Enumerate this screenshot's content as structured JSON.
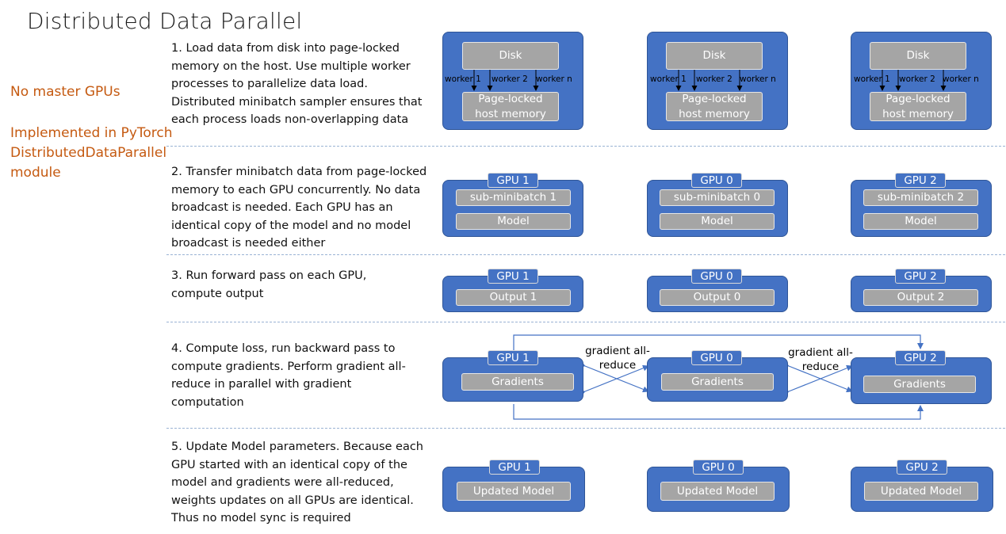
{
  "title": "Distributed Data Parallel",
  "side_notes": {
    "no_master": "No master GPUs",
    "implemented": "Implemented in PyTorch DistributedDataParallel module"
  },
  "steps": [
    "1. Load data from disk into page-locked memory on the host. Use multiple worker processes to parallelize data load. Distributed minibatch sampler ensures that each process loads non-overlapping data",
    "2. Transfer minibatch data from page-locked memory  to each GPU concurrently. No data broadcast is needed. Each GPU has an identical copy of the model and no model broadcast is needed either",
    "3. Run forward pass on each GPU, compute output",
    "4. Compute loss, run backward pass to compute gradients. Perform gradient all-reduce in parallel with gradient computation",
    "5. Update Model parameters. Because each GPU started with an identical copy of the model and gradients were all-reduced, weights updates on all GPUs are identical. Thus no model sync is required"
  ],
  "host": {
    "disk": "Disk",
    "memory": "Page-locked host memory",
    "workers": [
      "worker 1",
      "worker 2",
      "worker n"
    ]
  },
  "columns": [
    {
      "gpu": "GPU 1",
      "sub_minibatch": "sub-minibatch 1",
      "output": "Output 1"
    },
    {
      "gpu": "GPU 0",
      "sub_minibatch": "sub-minibatch 0",
      "output": "Output 0"
    },
    {
      "gpu": "GPU 2",
      "sub_minibatch": "sub-minibatch 2",
      "output": "Output 2"
    }
  ],
  "labels": {
    "model": "Model",
    "gradients": "Gradients",
    "updated_model": "Updated Model",
    "gradient_allreduce": "gradient all-reduce"
  },
  "colors": {
    "box_fill": "#4472c4",
    "box_border": "#2f5597",
    "inner_fill": "#a5a5a5",
    "side_note": "#c55a11",
    "separator": "#9ab3d4"
  }
}
